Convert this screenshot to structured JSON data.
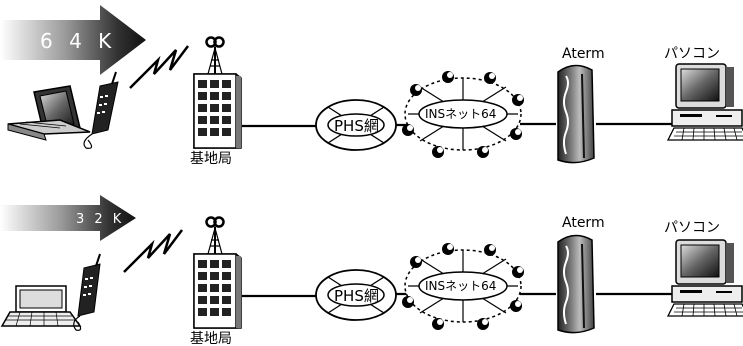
{
  "rows": [
    {
      "speed": "6 4 K",
      "nodes": {
        "base_station": "基地局",
        "phs_network": "PHS網",
        "isdn_network": "INSネット64",
        "router": "Aterm",
        "pc": "パソコン"
      }
    },
    {
      "speed": "3 2 K",
      "nodes": {
        "base_station": "基地局",
        "phs_network": "PHS網",
        "isdn_network": "INSネット64",
        "router": "Aterm",
        "pc": "パソコン"
      }
    }
  ],
  "colors": {
    "arrow_dark": "#1a1a1a",
    "arrow_fade": "#ffffff",
    "line": "#000000"
  }
}
